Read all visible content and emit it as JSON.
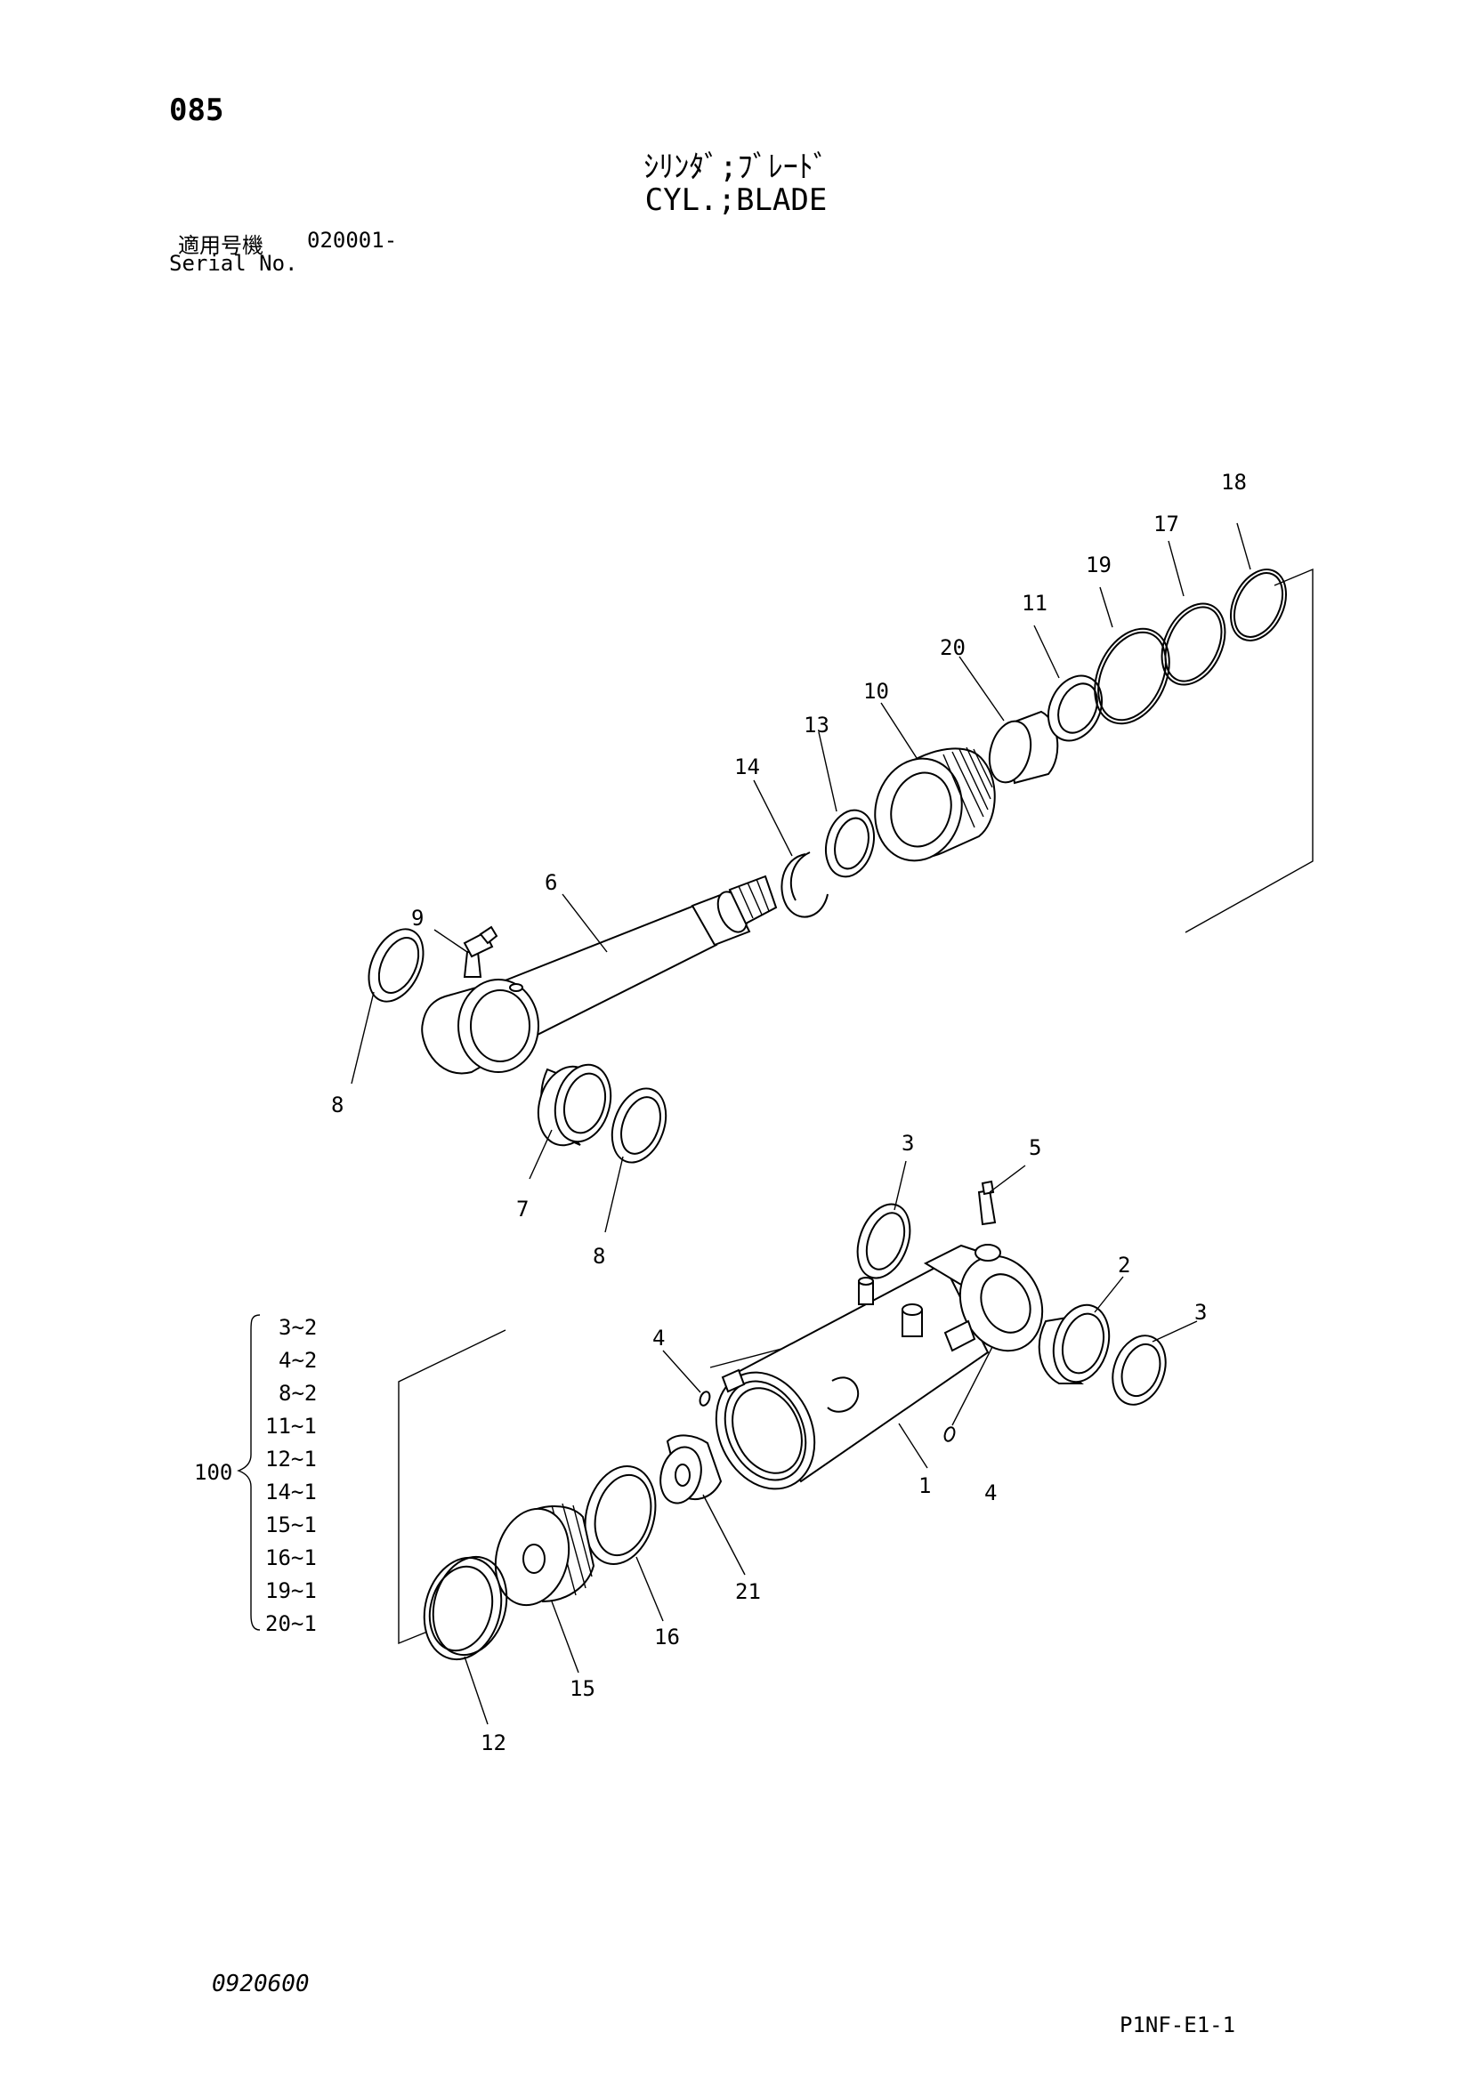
{
  "header": {
    "page_number": "085",
    "title_jp": "ｼﾘﾝﾀﾞ;ﾌﾞﾚｰﾄﾞ",
    "title_en": "CYL.;BLADE",
    "serial_label_jp": "適用号機",
    "serial_value": "020001-",
    "serial_label_en": "Serial No."
  },
  "callouts": [
    "1",
    "2",
    "3",
    "3",
    "4",
    "4",
    "5",
    "6",
    "7",
    "8",
    "8",
    "9",
    "10",
    "11",
    "12",
    "13",
    "14",
    "15",
    "16",
    "17",
    "18",
    "19",
    "20",
    "21"
  ],
  "kit": {
    "number": "100",
    "items": [
      "3~2",
      "4~2",
      "8~2",
      "11~1",
      "12~1",
      "14~1",
      "15~1",
      "16~1",
      "19~1",
      "20~1"
    ]
  },
  "footer": {
    "code_left": "0920600",
    "code_right": "P1NF-E1-1"
  }
}
